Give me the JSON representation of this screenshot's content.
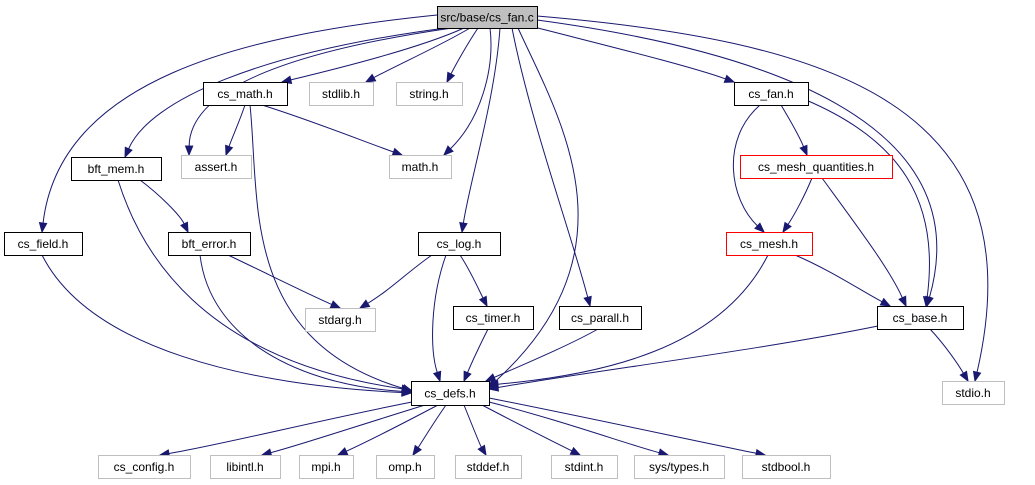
{
  "diagram": {
    "nodes": [
      {
        "id": "cs_fan_c",
        "label": "src/base/cs_fan.c",
        "kind": "root"
      },
      {
        "id": "cs_math_h",
        "label": "cs_math.h",
        "kind": "documented"
      },
      {
        "id": "stdlib_h",
        "label": "stdlib.h",
        "kind": "external"
      },
      {
        "id": "string_h",
        "label": "string.h",
        "kind": "external"
      },
      {
        "id": "cs_fan_h",
        "label": "cs_fan.h",
        "kind": "documented"
      },
      {
        "id": "bft_mem_h",
        "label": "bft_mem.h",
        "kind": "documented"
      },
      {
        "id": "assert_h",
        "label": "assert.h",
        "kind": "external"
      },
      {
        "id": "math_h",
        "label": "math.h",
        "kind": "external"
      },
      {
        "id": "cs_mesh_quantities_h",
        "label": "cs_mesh_quantities.h",
        "kind": "truncated"
      },
      {
        "id": "cs_field_h",
        "label": "cs_field.h",
        "kind": "documented"
      },
      {
        "id": "bft_error_h",
        "label": "bft_error.h",
        "kind": "documented"
      },
      {
        "id": "cs_log_h",
        "label": "cs_log.h",
        "kind": "documented"
      },
      {
        "id": "cs_mesh_h",
        "label": "cs_mesh.h",
        "kind": "truncated"
      },
      {
        "id": "stdarg_h",
        "label": "stdarg.h",
        "kind": "external"
      },
      {
        "id": "cs_timer_h",
        "label": "cs_timer.h",
        "kind": "documented"
      },
      {
        "id": "cs_parall_h",
        "label": "cs_parall.h",
        "kind": "documented"
      },
      {
        "id": "cs_base_h",
        "label": "cs_base.h",
        "kind": "documented"
      },
      {
        "id": "cs_defs_h",
        "label": "cs_defs.h",
        "kind": "documented"
      },
      {
        "id": "stdio_h",
        "label": "stdio.h",
        "kind": "external"
      },
      {
        "id": "cs_config_h",
        "label": "cs_config.h",
        "kind": "external"
      },
      {
        "id": "libintl_h",
        "label": "libintl.h",
        "kind": "external"
      },
      {
        "id": "mpi_h",
        "label": "mpi.h",
        "kind": "external"
      },
      {
        "id": "omp_h",
        "label": "omp.h",
        "kind": "external"
      },
      {
        "id": "stddef_h",
        "label": "stddef.h",
        "kind": "external"
      },
      {
        "id": "stdint_h",
        "label": "stdint.h",
        "kind": "external"
      },
      {
        "id": "sys_types_h",
        "label": "sys/types.h",
        "kind": "external"
      },
      {
        "id": "stdbool_h",
        "label": "stdbool.h",
        "kind": "external"
      }
    ],
    "edges": [
      {
        "from": "cs_fan_c",
        "to": "cs_math_h"
      },
      {
        "from": "cs_fan_c",
        "to": "stdlib_h"
      },
      {
        "from": "cs_fan_c",
        "to": "string_h"
      },
      {
        "from": "cs_fan_c",
        "to": "cs_fan_h"
      },
      {
        "from": "cs_fan_c",
        "to": "bft_mem_h"
      },
      {
        "from": "cs_fan_c",
        "to": "assert_h"
      },
      {
        "from": "cs_fan_c",
        "to": "math_h"
      },
      {
        "from": "cs_fan_c",
        "to": "cs_field_h"
      },
      {
        "from": "cs_fan_c",
        "to": "cs_log_h"
      },
      {
        "from": "cs_fan_c",
        "to": "cs_parall_h"
      },
      {
        "from": "cs_fan_c",
        "to": "cs_defs_h"
      },
      {
        "from": "cs_fan_c",
        "to": "cs_base_h"
      },
      {
        "from": "cs_fan_c",
        "to": "stdio_h"
      },
      {
        "from": "cs_math_h",
        "to": "assert_h"
      },
      {
        "from": "cs_math_h",
        "to": "math_h"
      },
      {
        "from": "cs_math_h",
        "to": "cs_defs_h"
      },
      {
        "from": "cs_fan_h",
        "to": "cs_mesh_quantities_h"
      },
      {
        "from": "cs_fan_h",
        "to": "cs_mesh_h"
      },
      {
        "from": "cs_fan_h",
        "to": "cs_base_h"
      },
      {
        "from": "cs_mesh_quantities_h",
        "to": "cs_mesh_h"
      },
      {
        "from": "cs_mesh_quantities_h",
        "to": "cs_base_h"
      },
      {
        "from": "cs_mesh_h",
        "to": "cs_base_h"
      },
      {
        "from": "cs_mesh_h",
        "to": "cs_defs_h"
      },
      {
        "from": "bft_mem_h",
        "to": "bft_error_h"
      },
      {
        "from": "bft_mem_h",
        "to": "cs_defs_h"
      },
      {
        "from": "bft_error_h",
        "to": "stdarg_h"
      },
      {
        "from": "bft_error_h",
        "to": "cs_defs_h"
      },
      {
        "from": "cs_field_h",
        "to": "cs_defs_h"
      },
      {
        "from": "cs_log_h",
        "to": "stdarg_h"
      },
      {
        "from": "cs_log_h",
        "to": "cs_timer_h"
      },
      {
        "from": "cs_log_h",
        "to": "cs_defs_h"
      },
      {
        "from": "cs_timer_h",
        "to": "cs_defs_h"
      },
      {
        "from": "cs_parall_h",
        "to": "cs_defs_h"
      },
      {
        "from": "cs_base_h",
        "to": "stdio_h"
      },
      {
        "from": "cs_base_h",
        "to": "cs_defs_h"
      },
      {
        "from": "cs_defs_h",
        "to": "cs_config_h"
      },
      {
        "from": "cs_defs_h",
        "to": "libintl_h"
      },
      {
        "from": "cs_defs_h",
        "to": "mpi_h"
      },
      {
        "from": "cs_defs_h",
        "to": "omp_h"
      },
      {
        "from": "cs_defs_h",
        "to": "stddef_h"
      },
      {
        "from": "cs_defs_h",
        "to": "stdint_h"
      },
      {
        "from": "cs_defs_h",
        "to": "sys_types_h"
      },
      {
        "from": "cs_defs_h",
        "to": "stdbool_h"
      }
    ],
    "colors": {
      "edge": "#191970",
      "root_fill": "#bfbfbf",
      "documented_border": "#000000",
      "truncated_border": "#ff0000",
      "external_border": "#bfbfbf"
    }
  }
}
